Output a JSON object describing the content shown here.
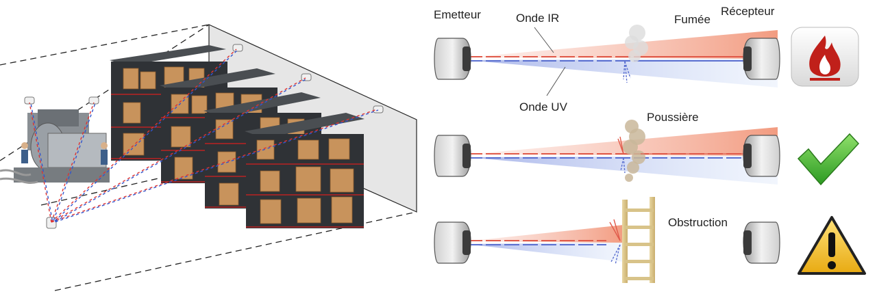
{
  "labels": {
    "emitter": "Emetteur",
    "ir_wave": "Onde IR",
    "smoke": "Fumée",
    "receiver": "Récepteur",
    "uv_wave": "Onde UV",
    "dust": "Poussière",
    "obstruction": "Obstruction"
  },
  "colors": {
    "ir": "#e05a4a",
    "uv": "#5a6fd0",
    "alarm_flame": "#c0201a",
    "check": "#3aa82a",
    "warning": "#f2c230"
  },
  "icons": {
    "row1": "flame-icon",
    "row2": "check-icon",
    "row3": "warning-icon"
  }
}
